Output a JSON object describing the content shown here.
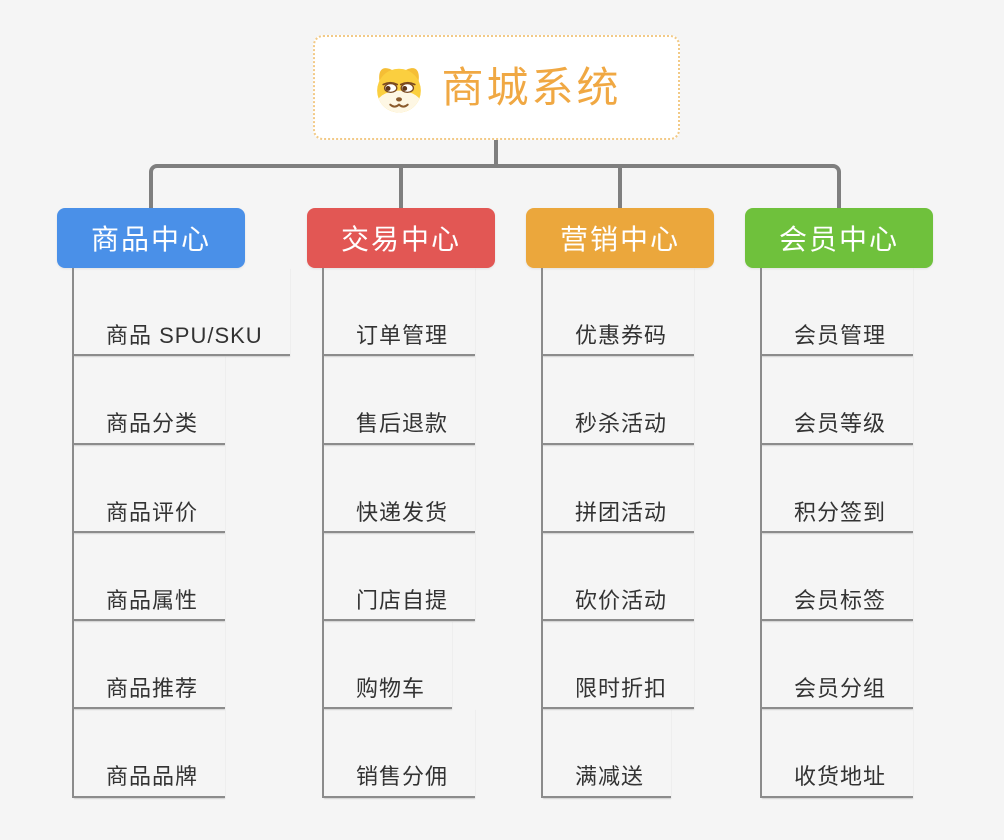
{
  "root": {
    "title": "商城系统",
    "icon": "dog-face-icon"
  },
  "branches": [
    {
      "label": "商品中心",
      "color": "#4A90E8",
      "children": [
        "商品 SPU/SKU",
        "商品分类",
        "商品评价",
        "商品属性",
        "商品推荐",
        "商品品牌"
      ]
    },
    {
      "label": "交易中心",
      "color": "#E25754",
      "children": [
        "订单管理",
        "售后退款",
        "快递发货",
        "门店自提",
        "购物车",
        "销售分佣"
      ]
    },
    {
      "label": "营销中心",
      "color": "#EBA73C",
      "children": [
        "优惠券码",
        "秒杀活动",
        "拼团活动",
        "砍价活动",
        "限时折扣",
        "满减送"
      ]
    },
    {
      "label": "会员中心",
      "color": "#6FC13C",
      "children": [
        "会员管理",
        "会员等级",
        "积分签到",
        "会员标签",
        "会员分组",
        "收货地址"
      ]
    }
  ],
  "colors": {
    "background": "#F5F5F5",
    "root_text": "#F0A843",
    "root_border": "#F2CA87",
    "connector_primary": "#7F7F7F",
    "connector_secondary": "#8C8C8C",
    "child_text": "#333333"
  }
}
